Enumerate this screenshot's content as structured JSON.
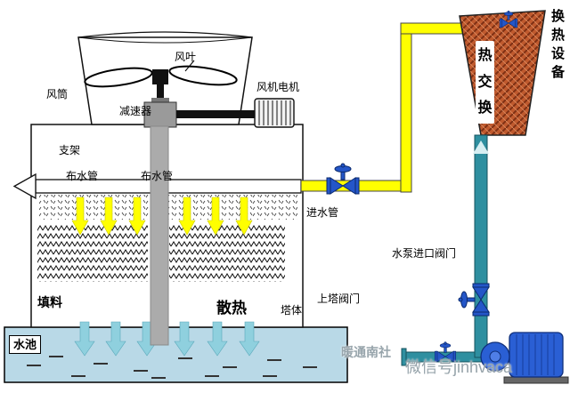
{
  "diagram": {
    "labels": {
      "fan_blade": "风叶",
      "fan_duct": "风筒",
      "fan_motor": "风机电机",
      "reducer": "减速器",
      "bracket": "支架",
      "dist_pipe_left": "布水管",
      "dist_pipe_right": "布水管",
      "inlet_pipe": "进水管",
      "fill_material": "填料",
      "heat_dissipation": "散热",
      "tower_body": "塔体",
      "water_pool": "水池",
      "tower_valve": "上塔阀门",
      "pump_inlet_valve": "水泵进口阀门",
      "heat_exchanger_vertical": "热交换",
      "heat_exchange_equipment": "换热设备"
    },
    "watermark": {
      "brand": "暖通南社",
      "wechat": "微信号jinhvaca"
    },
    "colors": {
      "hot_pipe": "#ffff00",
      "cold_pipe": "#2e8fa0",
      "exchanger": "#c05a2e",
      "pool_water": "#b9d9e7",
      "water_arrow": "#8fd0de",
      "valve_blue": "#2456c8",
      "pump_blue": "#2a5fd4"
    }
  }
}
